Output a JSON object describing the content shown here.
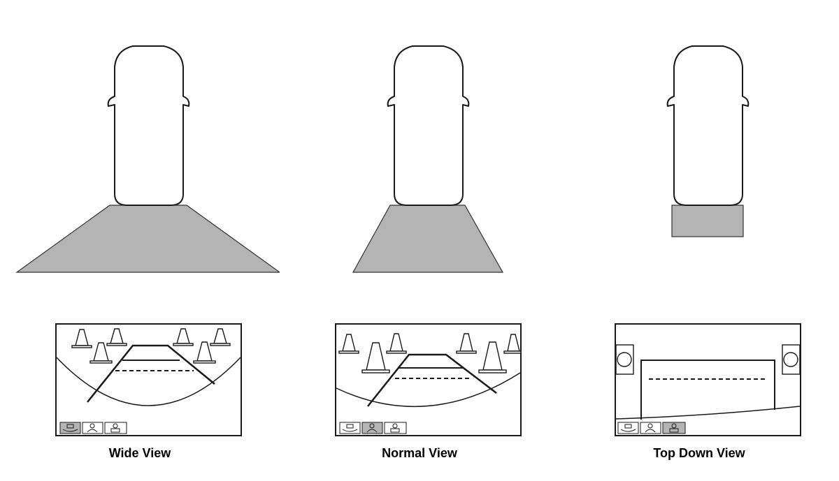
{
  "colors": {
    "coverage_fill": "#b4b4b4",
    "stroke": "#1a1a1a",
    "background": "#ffffff"
  },
  "views": [
    {
      "id": "wide",
      "caption": "Wide View",
      "coverage_shape": "wide-trapezoid",
      "screen_icons": [
        "rear-view-icon",
        "person-view-icon",
        "person-top-view-icon"
      ],
      "active_icon": 0
    },
    {
      "id": "normal",
      "caption": "Normal View",
      "coverage_shape": "narrow-trapezoid",
      "screen_icons": [
        "rear-view-icon",
        "person-view-icon",
        "person-top-view-icon"
      ],
      "active_icon": 1
    },
    {
      "id": "topdown",
      "caption": "Top Down View",
      "coverage_shape": "rectangle",
      "screen_icons": [
        "rear-view-icon",
        "person-view-icon",
        "person-top-view-icon"
      ],
      "active_icon": 2
    }
  ]
}
